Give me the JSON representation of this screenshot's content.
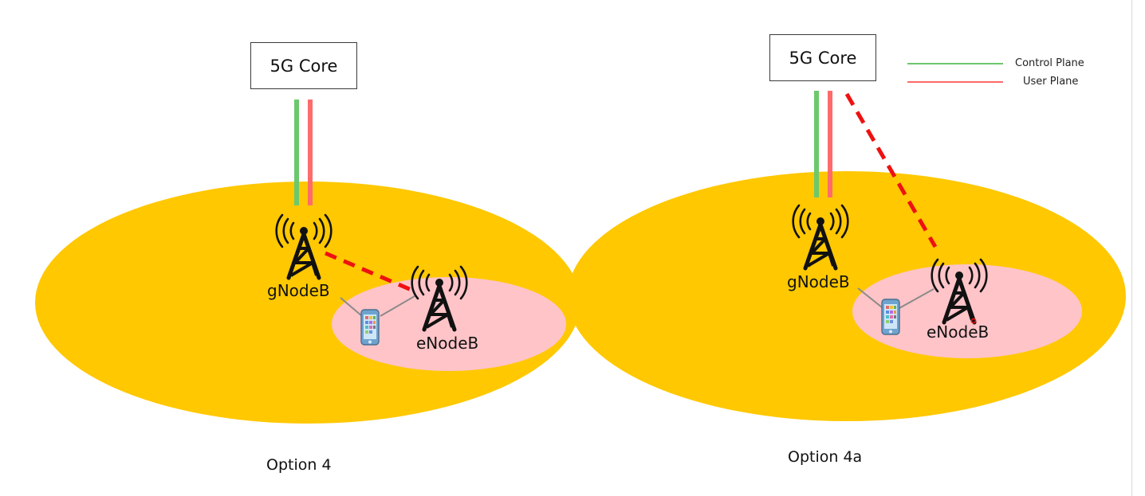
{
  "colors": {
    "macro_cell": "#ffc800",
    "small_cell": "#ffc4c8",
    "control_plane": "#6cc86c",
    "user_plane": "#ff6b6b",
    "user_plane_dashed": "#ee1111",
    "tower": "#111111",
    "ue_link": "#8a8a8a"
  },
  "legend": {
    "control_plane": "Control Plane",
    "user_plane": "User Plane"
  },
  "option4": {
    "core_label": "5G Core",
    "gnb_label": "gNodeB",
    "enb_label": "eNodeB",
    "caption": "Option 4"
  },
  "option4a": {
    "core_label": "5G Core",
    "gnb_label": "gNodeB",
    "enb_label": "eNodeB",
    "caption": "Option 4a"
  },
  "icons": {
    "tower": "radio-tower-icon",
    "ue": "smartphone-icon"
  }
}
